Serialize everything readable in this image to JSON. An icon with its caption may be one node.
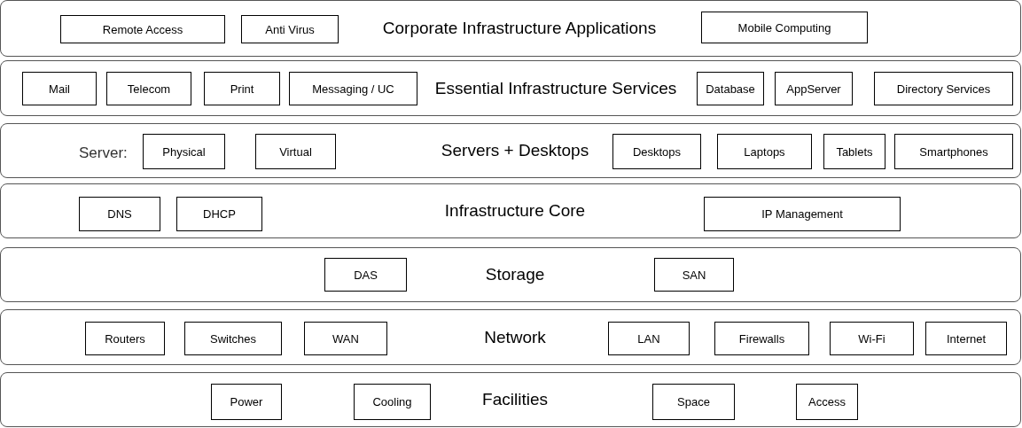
{
  "diagram": {
    "nodes": [
      {
        "text": [
          "Corporate Infrastructure Applications"
        ]
      },
      {
        "text": [
          "Remote Access"
        ],
        "in": 0
      },
      {
        "text": [
          "Anti Virus"
        ],
        "in": 0
      },
      {
        "text": [
          "Mobile Computing"
        ],
        "in": 0
      },
      {
        "text": [
          "Essential Infrastructure Services"
        ]
      },
      {
        "text": [
          "Mail"
        ],
        "in": 4
      },
      {
        "text": [
          "Telecom"
        ],
        "in": 4
      },
      {
        "text": [
          "Print"
        ],
        "in": 4
      },
      {
        "text": [
          "Messaging / UC"
        ],
        "in": 4
      },
      {
        "text": [
          "Database"
        ],
        "in": 4
      },
      {
        "text": [
          "AppServer"
        ],
        "in": 4
      },
      {
        "text": [
          "Directory Services"
        ],
        "in": 4
      },
      {
        "text": [
          "Server:",
          "Servers + Desktops"
        ]
      },
      {
        "text": [
          "Physical"
        ],
        "in": 12
      },
      {
        "text": [
          "Virtual"
        ],
        "in": 12
      },
      {
        "text": [
          "Desktops"
        ],
        "in": 12
      },
      {
        "text": [
          "Laptops"
        ],
        "in": 12
      },
      {
        "text": [
          "Tablets"
        ],
        "in": 12
      },
      {
        "text": [
          "Smartphones"
        ],
        "in": 12
      },
      {
        "text": [
          "Infrastructure Core"
        ]
      },
      {
        "text": [
          "DNS"
        ],
        "in": 19
      },
      {
        "text": [
          "DHCP"
        ],
        "in": 19
      },
      {
        "text": [
          "IP Management"
        ],
        "in": 19
      },
      {
        "text": [
          "Storage"
        ]
      },
      {
        "text": [
          "DAS"
        ],
        "in": 23
      },
      {
        "text": [
          "SAN"
        ],
        "in": 23
      },
      {
        "text": [
          "Network"
        ]
      },
      {
        "text": [
          "Routers"
        ],
        "in": 26
      },
      {
        "text": [
          "Switches"
        ],
        "in": 26
      },
      {
        "text": [
          "WAN"
        ],
        "in": 26
      },
      {
        "text": [
          "LAN"
        ],
        "in": 26
      },
      {
        "text": [
          "Firewalls"
        ],
        "in": 26
      },
      {
        "text": [
          "Wi-Fi"
        ],
        "in": 26
      },
      {
        "text": [
          "Internet"
        ],
        "in": 26
      },
      {
        "text": [
          "Facilities"
        ]
      },
      {
        "text": [
          "Power"
        ],
        "in": 34
      },
      {
        "text": [
          "Cooling"
        ],
        "in": 34
      },
      {
        "text": [
          "Space"
        ],
        "in": 34
      },
      {
        "text": [
          "Access"
        ],
        "in": 34
      }
    ],
    "edges": []
  }
}
